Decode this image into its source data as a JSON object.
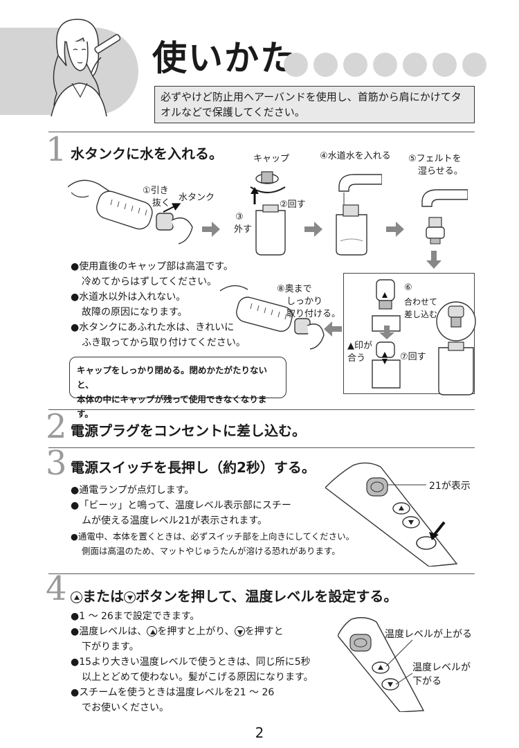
{
  "header": {
    "title": "使いかた",
    "warning": "必ずやけど防止用ヘアーバンドを使用し、首筋から肩にかけてタオルなどで保護してください。"
  },
  "step1": {
    "number": "1",
    "title": "水タンクに水を入れる。",
    "labels": {
      "pull_1": "①引き",
      "pull_2": "抜く",
      "tank": "水タンク",
      "cap": "キャップ",
      "turn": "②回す",
      "out_num": "③",
      "out": "外す",
      "faucet": "④水道水を入れる",
      "felt_1": "⑤フェルトを",
      "felt_2": "湿らせる。",
      "back_1": "⑧奥まで",
      "back_2": "しっかり",
      "back_3": "取り付ける。",
      "align_num": "⑥",
      "align_1": "合わせて",
      "align_2": "差し込む",
      "mark_1": "▲印が",
      "mark_2": "合う",
      "turn7": "⑦回す"
    },
    "notes": [
      "●使用直後のキャップ部は高温です。",
      "冷めてからはずしてください。",
      "●水道水以外は入れない。",
      "故障の原因になります。",
      "●水タンクにあふれた水は、きれいに",
      "ふき取ってから取り付けてください。"
    ],
    "caution": [
      "キャップをしっかり閉める。閉めかたがたりないと、",
      "本体の中にキャップが残って使用できなくなります。"
    ]
  },
  "step2": {
    "number": "2",
    "title": "電源プラグをコンセントに差し込む。"
  },
  "step3": {
    "number": "3",
    "title": "電源スイッチを長押し（約2秒）する。",
    "display_label": "21が表示",
    "notes": [
      "●通電ランプが点灯します。",
      "●「ビーッ」と鳴って、温度レベル表示部にスチー",
      "ムが使える温度レベル21が表示されます。"
    ],
    "small_notes": [
      "●通電中、本体を置くときは、必ずスイッチ部を上向きにしてください。",
      "側面は高温のため、マットやじゅうたんが溶ける恐れがあります。"
    ]
  },
  "step4": {
    "number": "4",
    "title_mid": "または",
    "title_end": "ボタンを押して、温度レベルを設定する。",
    "notes": {
      "l1": "●1 ～ 26まで設定できます。",
      "l2a": "●温度レベルは、",
      "l2b": "を押すと上がり、",
      "l2c": "を押すと",
      "l3": "下がります。",
      "l4": "●15より大きい温度レベルで使うときは、同じ所に5秒",
      "l5": "以上とどめて使わない。髪がこげる原因になります。",
      "l6": "●スチームを使うときは温度レベルを21 ～ 26",
      "l7": "でお使いください。"
    },
    "up_label": "温度レベルが上がる",
    "down_label_1": "温度レベルが",
    "down_label_2": "下がる"
  },
  "page_number": "2"
}
